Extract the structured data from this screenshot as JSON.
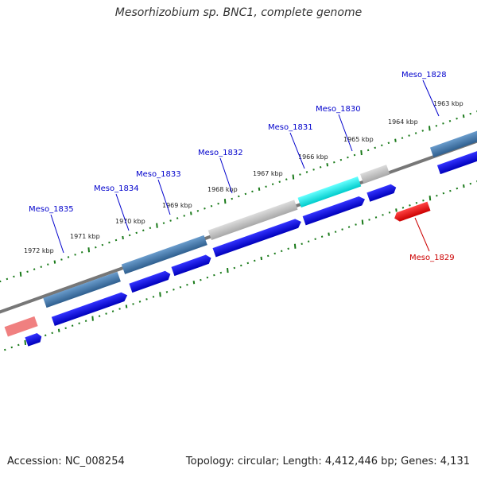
{
  "title": "Mesorhizobium sp. BNC1, complete genome",
  "footer": {
    "accession": "Accession: NC_008254",
    "summary": "Topology: circular; Length: 4,412,446 bp; Genes: 4,131"
  },
  "kbp_labels": [
    "1963 kbp",
    "1964 kbp",
    "1965 kbp",
    "1966 kbp",
    "1967 kbp",
    "1968 kbp",
    "1969 kbp",
    "1970 kbp",
    "1971 kbp",
    "1972 kbp"
  ],
  "genes": [
    {
      "name": "Meso_1828",
      "color": "#0000cc"
    },
    {
      "name": "Meso_1830",
      "color": "#0000cc"
    },
    {
      "name": "Meso_1831",
      "color": "#0000cc"
    },
    {
      "name": "Meso_1832",
      "color": "#0000cc"
    },
    {
      "name": "Meso_1833",
      "color": "#0000cc"
    },
    {
      "name": "Meso_1834",
      "color": "#0000cc"
    },
    {
      "name": "Meso_1835",
      "color": "#0000cc"
    },
    {
      "name": "Meso_1829",
      "color": "#cc0000"
    }
  ],
  "colors": {
    "backbone": "#808080",
    "tick": "#1a7a1a",
    "forward_cds": "#0000dd",
    "reverse_cds": "#ee0000",
    "homolog_steel": "#4a7fb0",
    "homolog_grey": "#bdbdbd",
    "homolog_cyan": "#00e5e5",
    "homolog_pink": "#f08080"
  }
}
